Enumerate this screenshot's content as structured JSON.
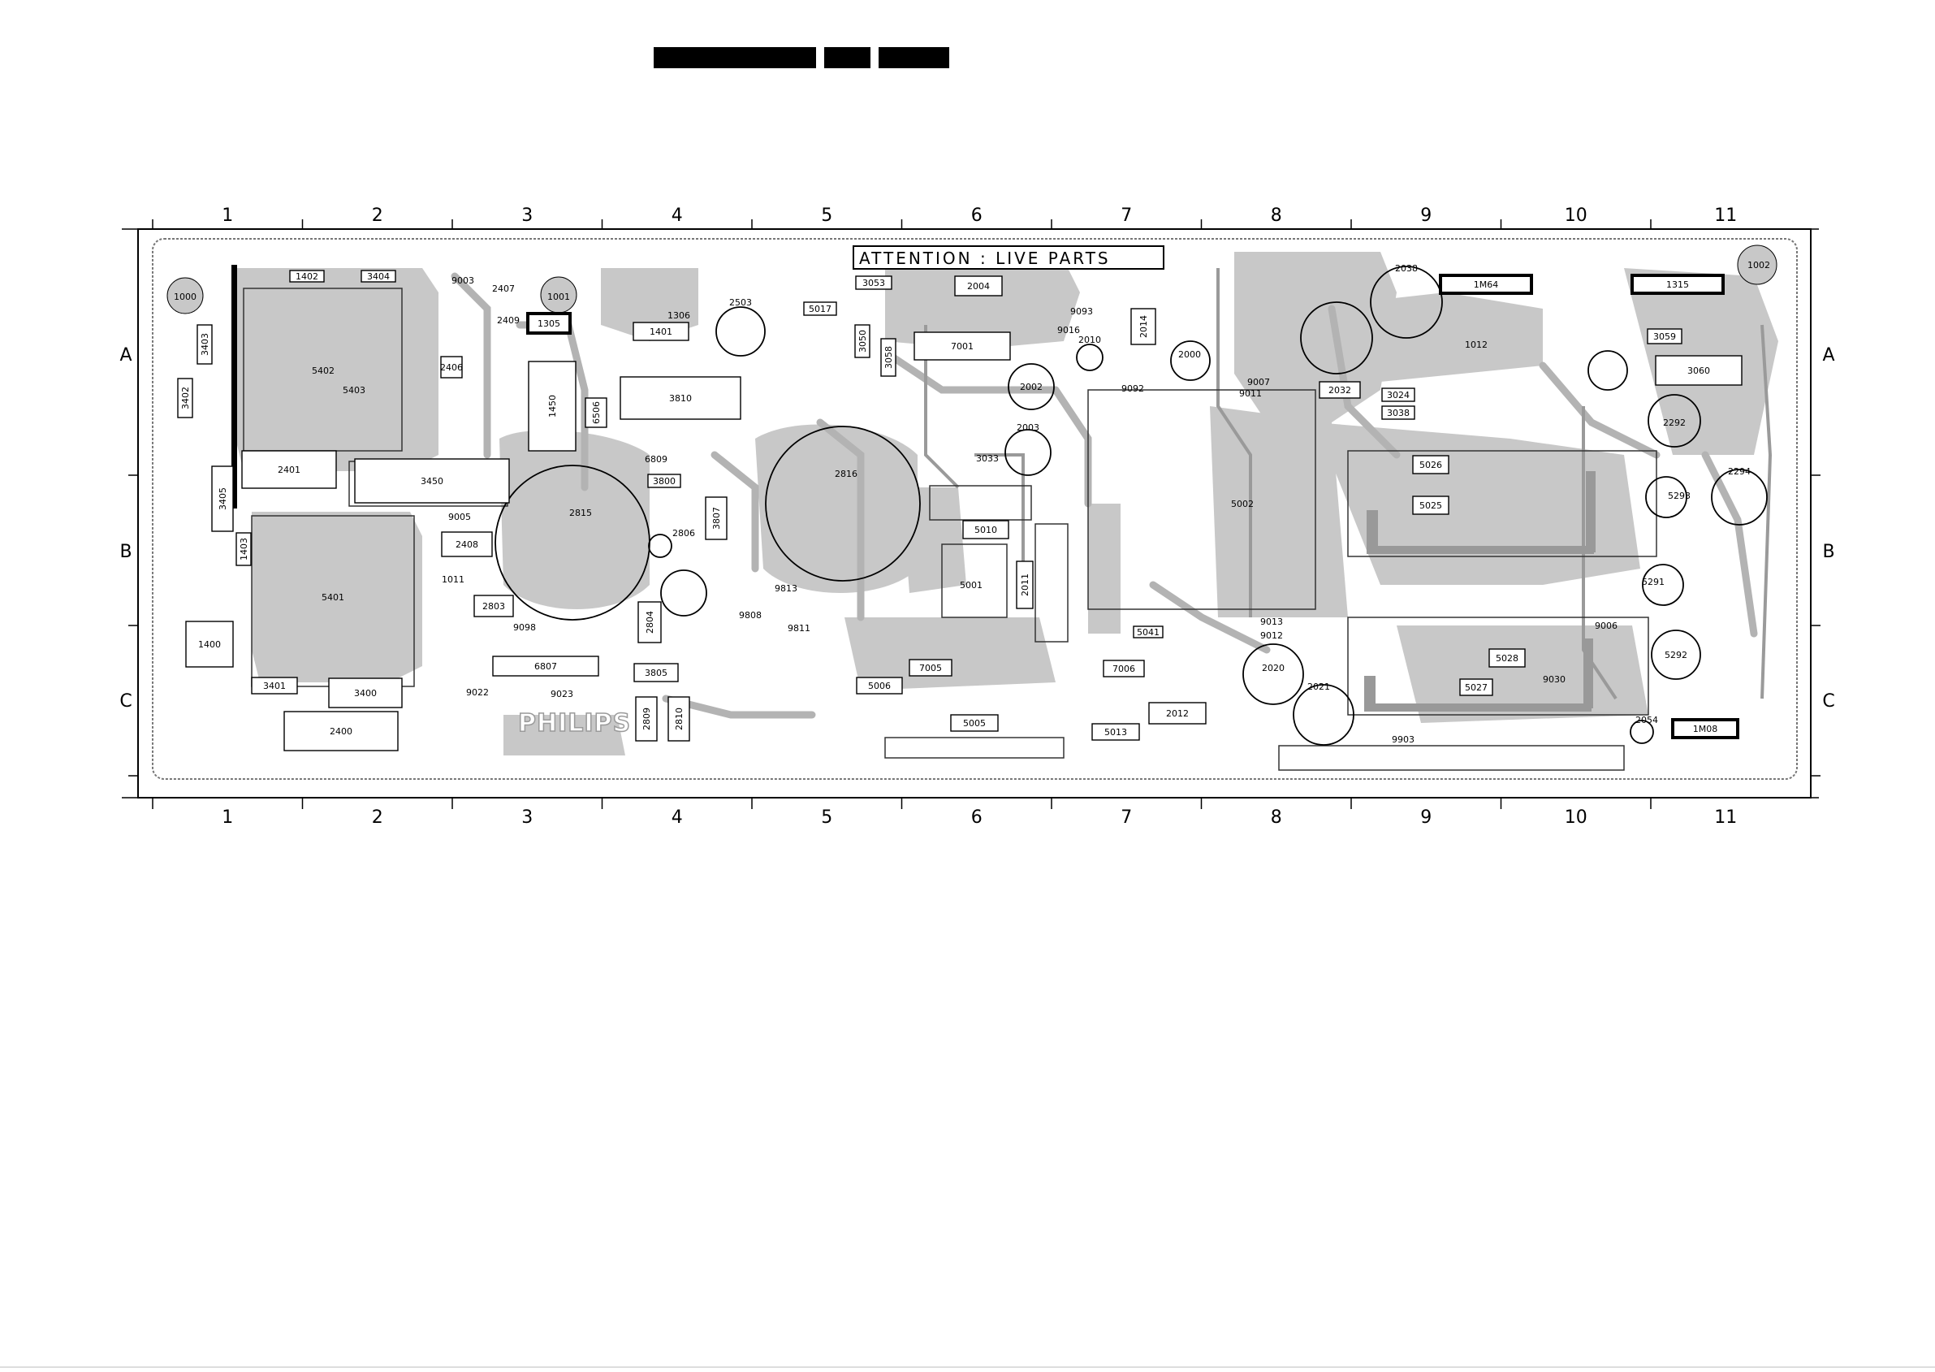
{
  "colors": {
    "copper": "#c8c8c8",
    "copper_dark": "#b3b3b3",
    "ink": "#000000",
    "paper": "#ffffff"
  },
  "grid": {
    "columns": [
      "1",
      "2",
      "3",
      "4",
      "5",
      "6",
      "7",
      "8",
      "9",
      "10",
      "11"
    ],
    "rows": [
      "A",
      "B",
      "C"
    ]
  },
  "warning": "ATTENTION : LIVE PARTS",
  "brand": "PHILIPS",
  "components": [
    {
      "ref": "1000"
    },
    {
      "ref": "1402"
    },
    {
      "ref": "3404"
    },
    {
      "ref": "9003"
    },
    {
      "ref": "2407"
    },
    {
      "ref": "2409"
    },
    {
      "ref": "1001"
    },
    {
      "ref": "1305"
    },
    {
      "ref": "1306"
    },
    {
      "ref": "1401"
    },
    {
      "ref": "2503"
    },
    {
      "ref": "5017"
    },
    {
      "ref": "3053"
    },
    {
      "ref": "2004"
    },
    {
      "ref": "9093"
    },
    {
      "ref": "9016"
    },
    {
      "ref": "2010"
    },
    {
      "ref": "2014"
    },
    {
      "ref": "2000"
    },
    {
      "ref": "2038"
    },
    {
      "ref": "1M64"
    },
    {
      "ref": "1012"
    },
    {
      "ref": "1315"
    },
    {
      "ref": "1002"
    },
    {
      "ref": "3403"
    },
    {
      "ref": "3402"
    },
    {
      "ref": "5402"
    },
    {
      "ref": "5403"
    },
    {
      "ref": "2406"
    },
    {
      "ref": "1450"
    },
    {
      "ref": "6506"
    },
    {
      "ref": "3810"
    },
    {
      "ref": "3050"
    },
    {
      "ref": "3058"
    },
    {
      "ref": "7001"
    },
    {
      "ref": "2002"
    },
    {
      "ref": "9092"
    },
    {
      "ref": "9007"
    },
    {
      "ref": "9011"
    },
    {
      "ref": "2032"
    },
    {
      "ref": "3024"
    },
    {
      "ref": "3038"
    },
    {
      "ref": "3059"
    },
    {
      "ref": "3060"
    },
    {
      "ref": "2292"
    },
    {
      "ref": "2401"
    },
    {
      "ref": "3450"
    },
    {
      "ref": "3405"
    },
    {
      "ref": "6809"
    },
    {
      "ref": "3800"
    },
    {
      "ref": "2816"
    },
    {
      "ref": "2003"
    },
    {
      "ref": "3033"
    },
    {
      "ref": "5026"
    },
    {
      "ref": "5025"
    },
    {
      "ref": "2294"
    },
    {
      "ref": "5293"
    },
    {
      "ref": "9005"
    },
    {
      "ref": "2408"
    },
    {
      "ref": "2815"
    },
    {
      "ref": "2806"
    },
    {
      "ref": "3807"
    },
    {
      "ref": "5010"
    },
    {
      "ref": "5002"
    },
    {
      "ref": "1403"
    },
    {
      "ref": "5401"
    },
    {
      "ref": "1011"
    },
    {
      "ref": "2803"
    },
    {
      "ref": "9813"
    },
    {
      "ref": "9808"
    },
    {
      "ref": "5001"
    },
    {
      "ref": "2011"
    },
    {
      "ref": "5291"
    },
    {
      "ref": "1400"
    },
    {
      "ref": "9098"
    },
    {
      "ref": "2804"
    },
    {
      "ref": "9811"
    },
    {
      "ref": "5041"
    },
    {
      "ref": "9013"
    },
    {
      "ref": "9012"
    },
    {
      "ref": "9006"
    },
    {
      "ref": "5292"
    },
    {
      "ref": "6807"
    },
    {
      "ref": "3805"
    },
    {
      "ref": "5028"
    },
    {
      "ref": "3401"
    },
    {
      "ref": "3400"
    },
    {
      "ref": "9022"
    },
    {
      "ref": "9023"
    },
    {
      "ref": "5006"
    },
    {
      "ref": "2020"
    },
    {
      "ref": "2021"
    },
    {
      "ref": "5027"
    },
    {
      "ref": "9030"
    },
    {
      "ref": "2012"
    },
    {
      "ref": "2400"
    },
    {
      "ref": "2809"
    },
    {
      "ref": "2810"
    },
    {
      "ref": "5005"
    },
    {
      "ref": "5013"
    },
    {
      "ref": "9903"
    },
    {
      "ref": "2054"
    },
    {
      "ref": "1M08"
    },
    {
      "ref": "7006"
    },
    {
      "ref": "7005"
    }
  ]
}
